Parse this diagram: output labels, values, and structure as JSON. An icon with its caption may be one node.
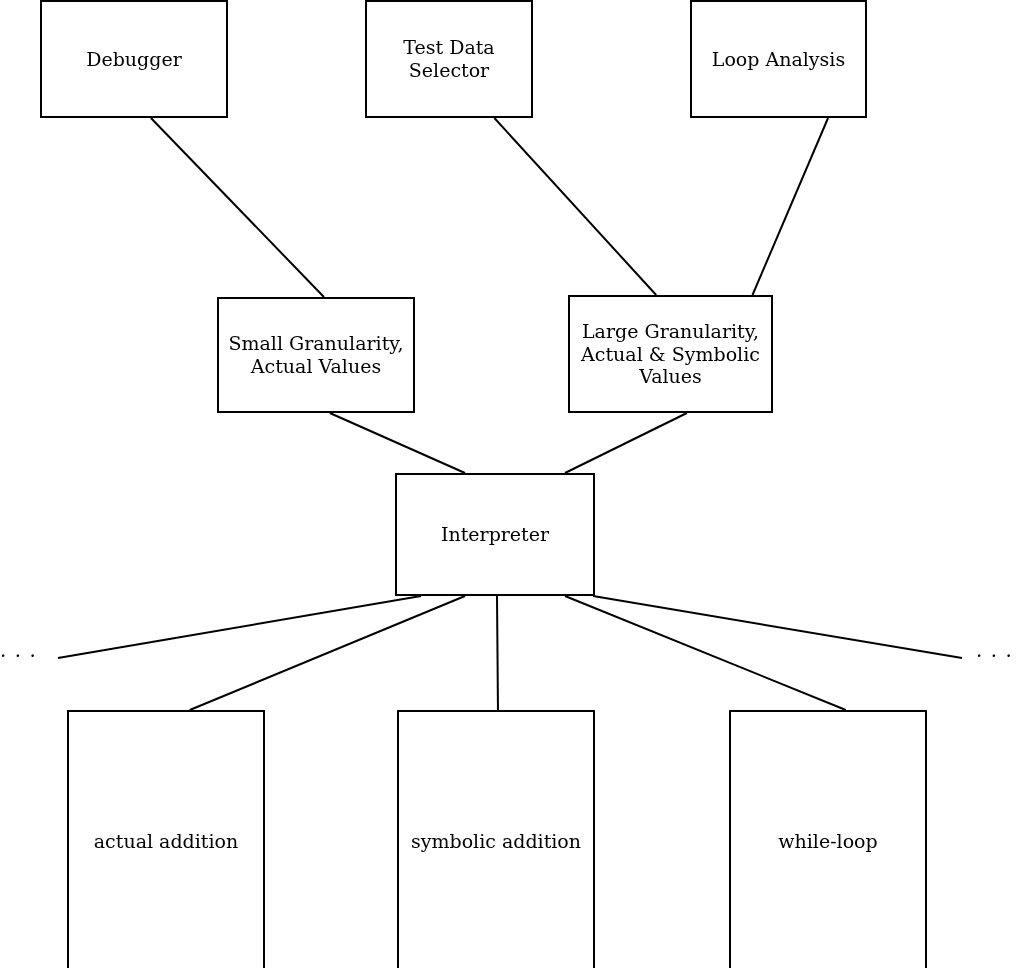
{
  "diagram": {
    "nodes": [
      {
        "text": [
          "Debugger"
        ]
      },
      {
        "text": [
          "Test Data Selector"
        ]
      },
      {
        "text": [
          "Loop Analysis"
        ]
      },
      {
        "text": [
          "Small Granularity, Actual Values"
        ]
      },
      {
        "text": [
          "Large Granularity, Actual & Symbolic Values"
        ]
      },
      {
        "text": [
          "Interpreter"
        ]
      },
      {
        "text": [
          "actual addition"
        ]
      },
      {
        "text": [
          "symbolic addition"
        ]
      },
      {
        "text": [
          "while-loop"
        ]
      }
    ],
    "edges": [
      {
        "from": 0,
        "to": 3,
        "arrow": "none"
      },
      {
        "from": 1,
        "to": 4,
        "arrow": "none"
      },
      {
        "from": 2,
        "to": 4,
        "arrow": "none"
      },
      {
        "from": 3,
        "to": 5,
        "arrow": "none"
      },
      {
        "from": 4,
        "to": 5,
        "arrow": "none"
      },
      {
        "from": 5,
        "to": null,
        "arrow": "none"
      },
      {
        "from": 5,
        "to": 6,
        "arrow": "none"
      },
      {
        "from": 5,
        "to": 7,
        "arrow": "none"
      },
      {
        "from": 5,
        "to": 8,
        "arrow": "none"
      },
      {
        "from": 5,
        "to": null,
        "arrow": "none"
      }
    ],
    "labels": [
      "· · ·",
      "· · ·"
    ]
  }
}
